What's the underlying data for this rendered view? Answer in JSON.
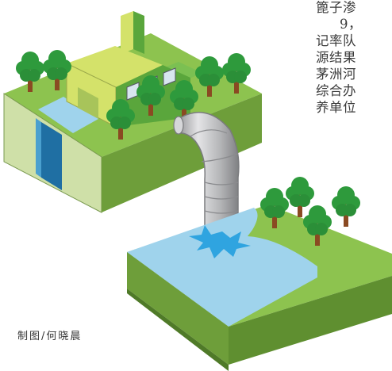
{
  "article_fragment": {
    "lines": [
      "篦子渗",
      "9，",
      "记率队",
      "源结果",
      "茅洲河",
      "综合办",
      "养单位"
    ]
  },
  "credit": "制图/何晓晨",
  "colors": {
    "grass_top": "#8dc34f",
    "ground_side": "#cfe0a8",
    "ground_side_dark": "#6e9e3a",
    "factory_green": "#5aa63c",
    "factory_yellow": "#d4e26a",
    "water": "#9fd3ec",
    "water_dark": "#1f6fa3",
    "pipe": "#b9babc",
    "tree_leaf": "#2e9a3c",
    "trunk": "#8a4a22"
  },
  "icons": [
    "factory-icon",
    "discharge-pipe-icon",
    "tree-icon",
    "splash-icon"
  ]
}
